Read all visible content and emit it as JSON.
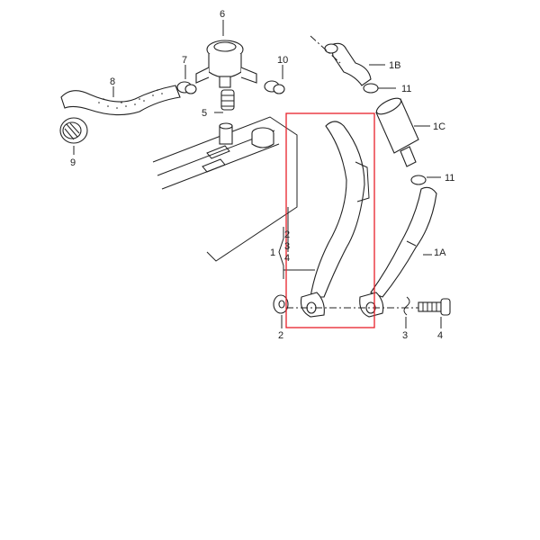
{
  "labels": {
    "p6": "6",
    "p7": "7",
    "p10": "10",
    "p8": "8",
    "p5": "5",
    "p9": "9",
    "p1B": "1B",
    "p11a": "11",
    "p1C": "1C",
    "p11b": "11",
    "p1A": "1A",
    "p1": "1",
    "p2g": "2",
    "p3g": "3",
    "p4g": "4",
    "p2": "2",
    "p3": "3",
    "p4": "4"
  },
  "colors": {
    "highlight": "#e8202a",
    "line": "#222222"
  }
}
